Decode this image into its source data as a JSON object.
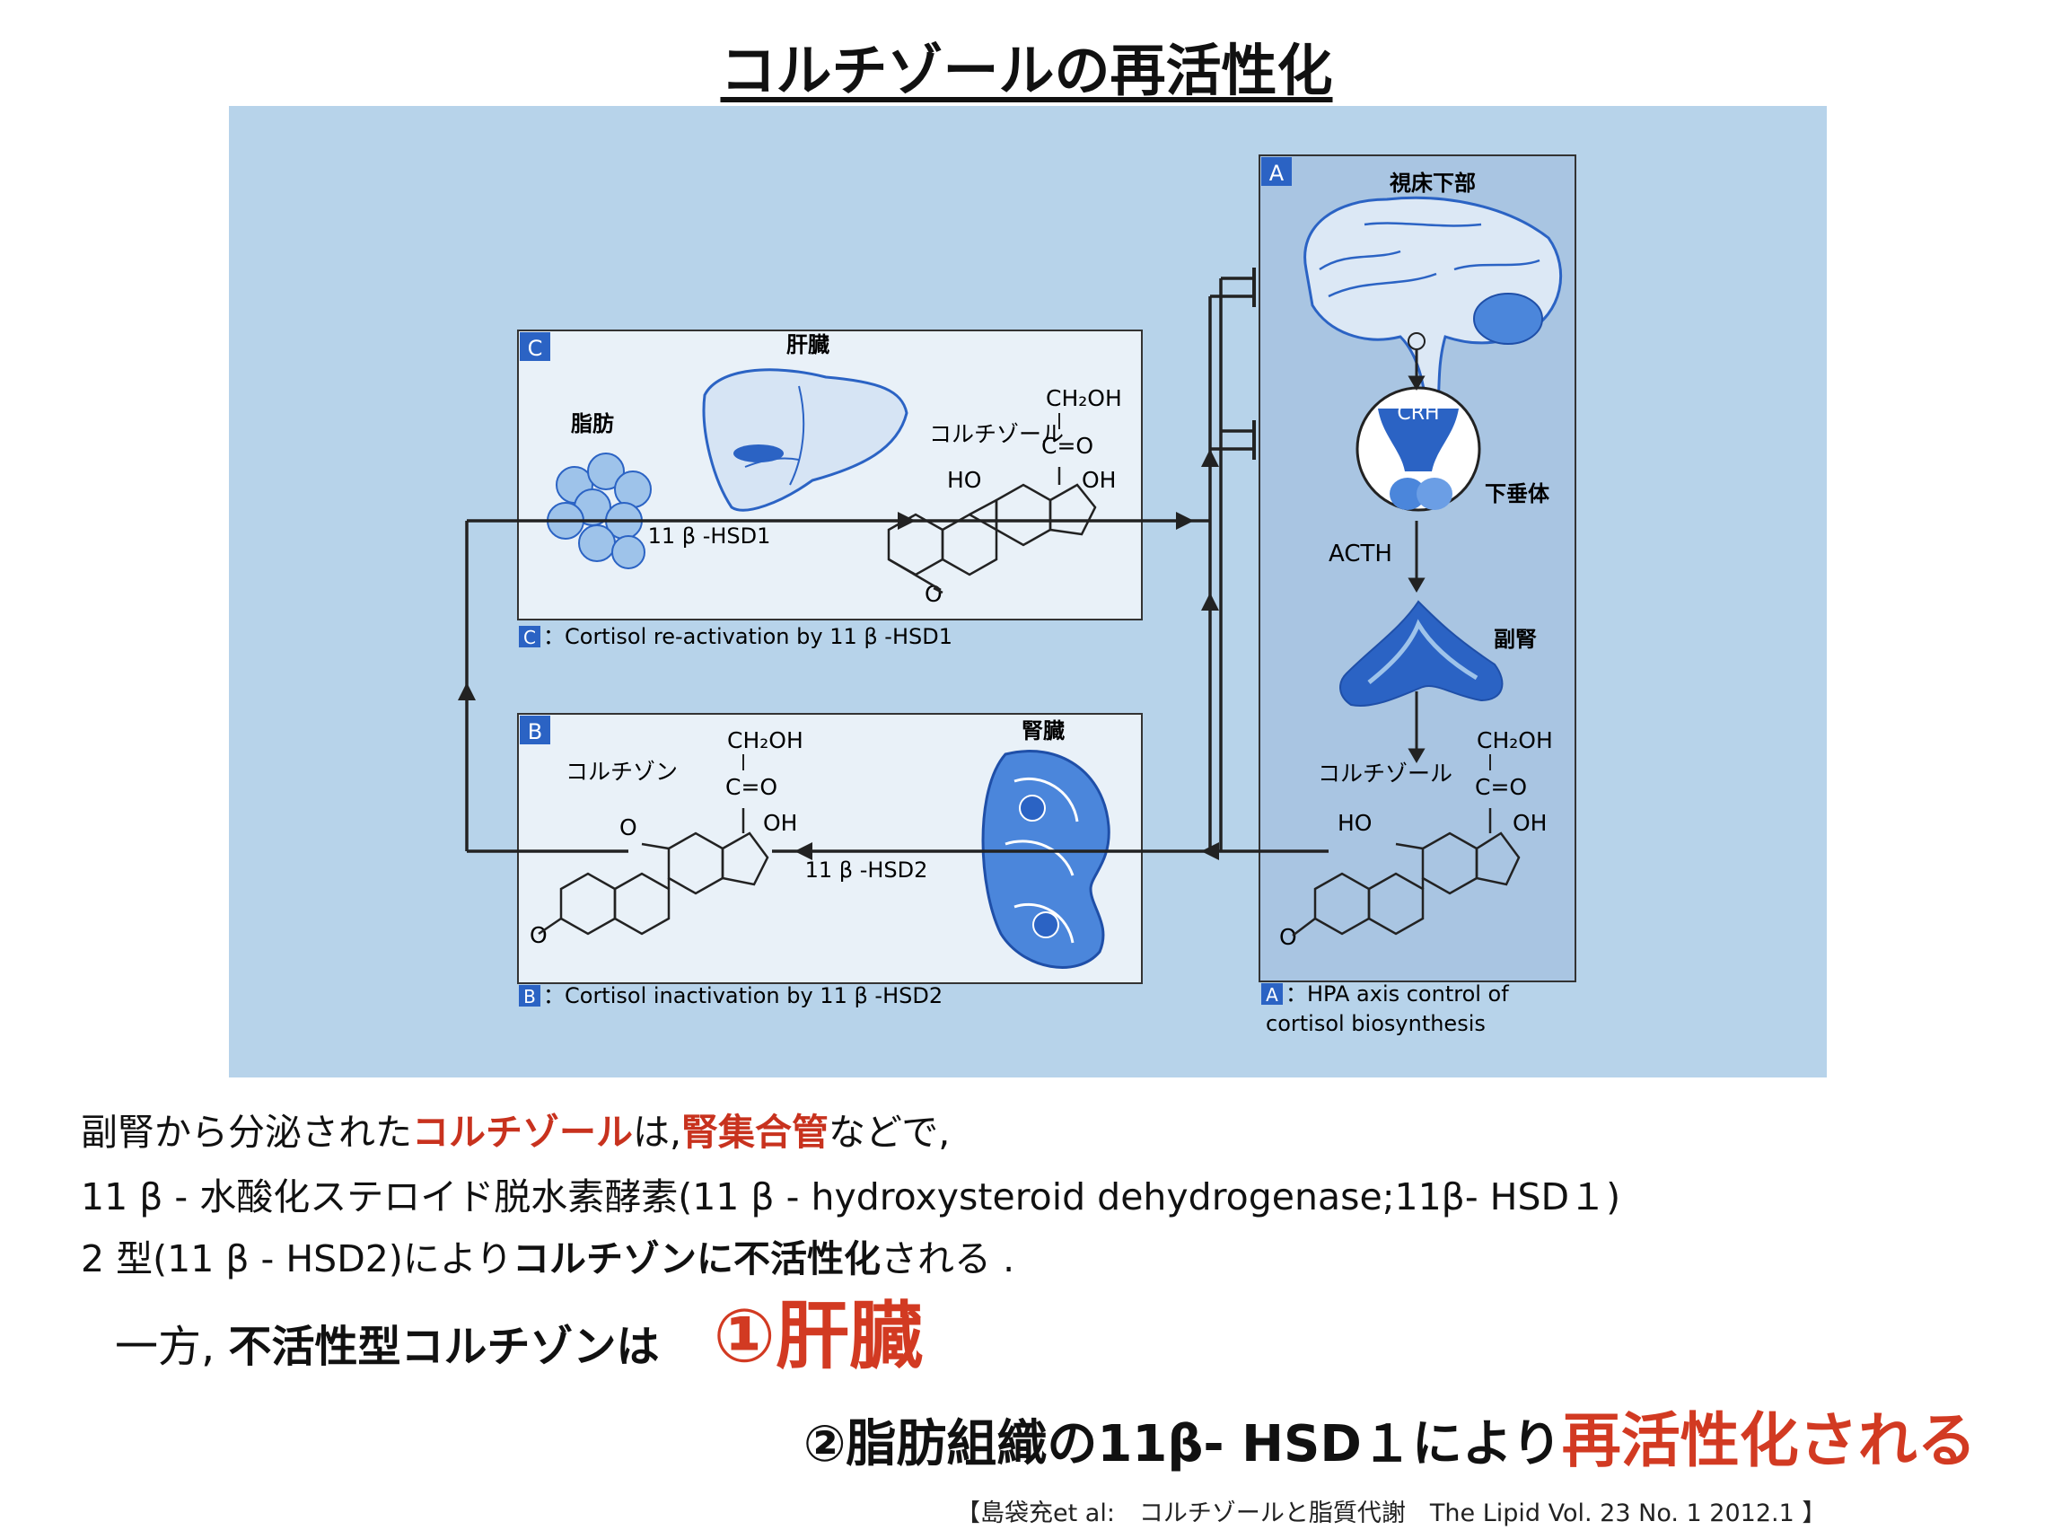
{
  "title": "コルチゾールの再活性化",
  "figure": {
    "panel_a": {
      "letter": "A",
      "hypothalamus": "視床下部",
      "crh": "CRH",
      "pituitary": "下垂体",
      "acth": "ACTH",
      "adrenal": "副腎",
      "compound": "コルチゾール",
      "ch2oh": "CH₂OH",
      "co": "C=O",
      "ho": "HO",
      "oh": "OH",
      "o": "O",
      "caption_line1": "：HPA axis control of",
      "caption_line2": "cortisol biosynthesis"
    },
    "panel_b": {
      "letter": "B",
      "compound": "コルチゾン",
      "organ": "腎臓",
      "ch2oh": "CH₂OH",
      "co": "C=O",
      "oh": "OH",
      "o": "O",
      "enzyme": "11 β -HSD2",
      "caption": "：Cortisol inactivation by 11 β -HSD2"
    },
    "panel_c": {
      "letter": "C",
      "liver": "肝臓",
      "fat": "脂肪",
      "compound": "コルチゾール",
      "ch2oh": "CH₂OH",
      "co": "C=O",
      "ho": "HO",
      "oh": "OH",
      "o": "O",
      "enzyme": "11 β -HSD1",
      "caption": "：Cortisol re-activation by 11 β -HSD1"
    }
  },
  "text": {
    "l1_a": "副腎から分泌された",
    "l1_b": "コルチゾール",
    "l1_c": "は,",
    "l1_d": "腎集合管",
    "l1_e": "などで,",
    "l2": "11 β - 水酸化ステロイド脱水素酵素(11 β - hydroxysteroid dehydrogenase;11β- HSD１)",
    "l3_a": "2 型(11 β - HSD2)により",
    "l3_b": "コルチゾンに不活性化",
    "l3_c": "される .",
    "l4_a": "一方, ",
    "l4_b": "不活性型コルチゾンは",
    "l4_c": "①肝臓",
    "l5_a": "②脂肪組織の11β- HSD１により",
    "l5_b": "再活性化される"
  },
  "citation": "【島袋充et al:　コルチゾールと脂質代謝　The Lipid Vol. 23 No. 1 2012.1 】",
  "colors": {
    "figure_bg": "#b7d3ea",
    "panel_bg": "#e9f1f8",
    "accent_blue": "#2b63c4",
    "emphasis_red": "#d23a22"
  }
}
